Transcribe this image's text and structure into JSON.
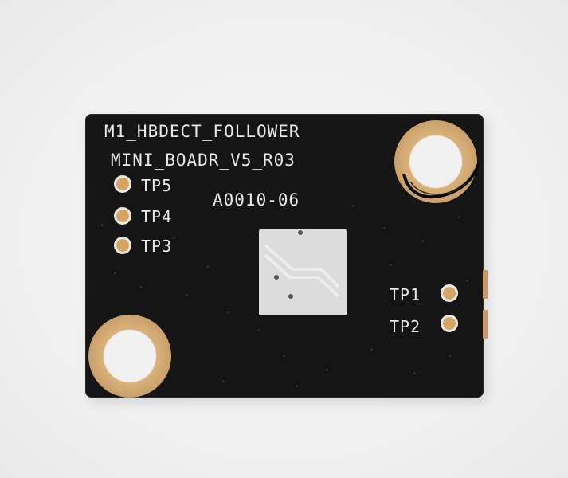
{
  "board": {
    "line1": "M1_HBDECT_FOLLOWER",
    "line2": "MINI_BOADR_V5_R03",
    "part_number": "A0010-06",
    "test_points_left": [
      "TP5",
      "TP4",
      "TP3"
    ],
    "test_points_right": [
      "TP1",
      "TP2"
    ]
  },
  "colors": {
    "background": "#f3f3f3",
    "board": "#151515",
    "silkscreen": "#e9e9e9",
    "copper_pad": "#c9a06a",
    "sensor": "#dcdcdc"
  }
}
